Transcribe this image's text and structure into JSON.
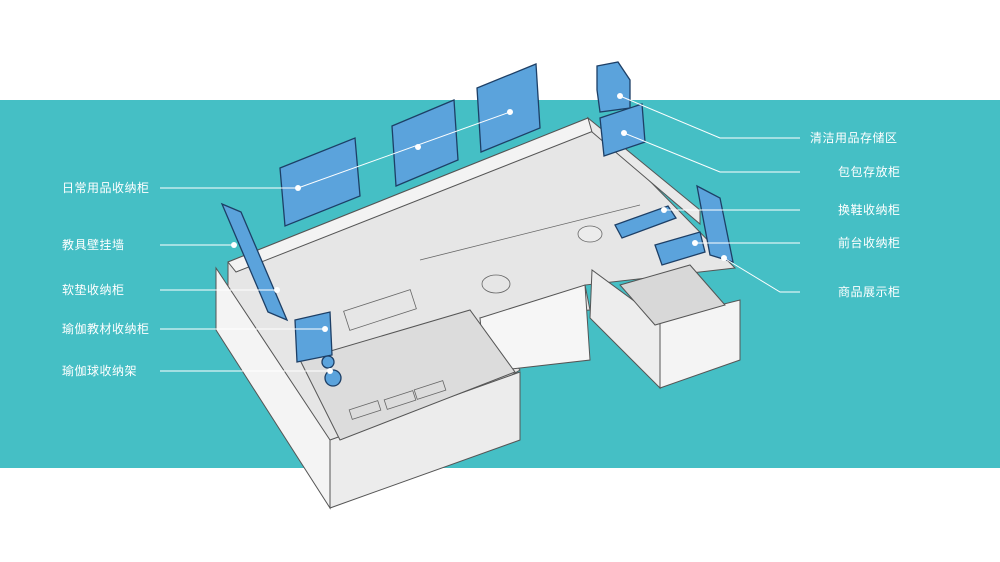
{
  "labels": {
    "left": [
      "日常用品收纳柜",
      "教具壁挂墙",
      "软垫收纳柜",
      "瑜伽教材收纳柜",
      "瑜伽球收纳架"
    ],
    "right": [
      "清洁用品存储区",
      "包包存放柜",
      "换鞋收纳柜",
      "前台收纳柜",
      "商品展示柜"
    ]
  },
  "colors": {
    "band": "#45bfc5",
    "cabinet": "#5ba3dc",
    "cabinet_stroke": "#1d3f66",
    "wall": "#f2f2f2",
    "floor": "#e4e4e4",
    "line": "#ffffff"
  }
}
